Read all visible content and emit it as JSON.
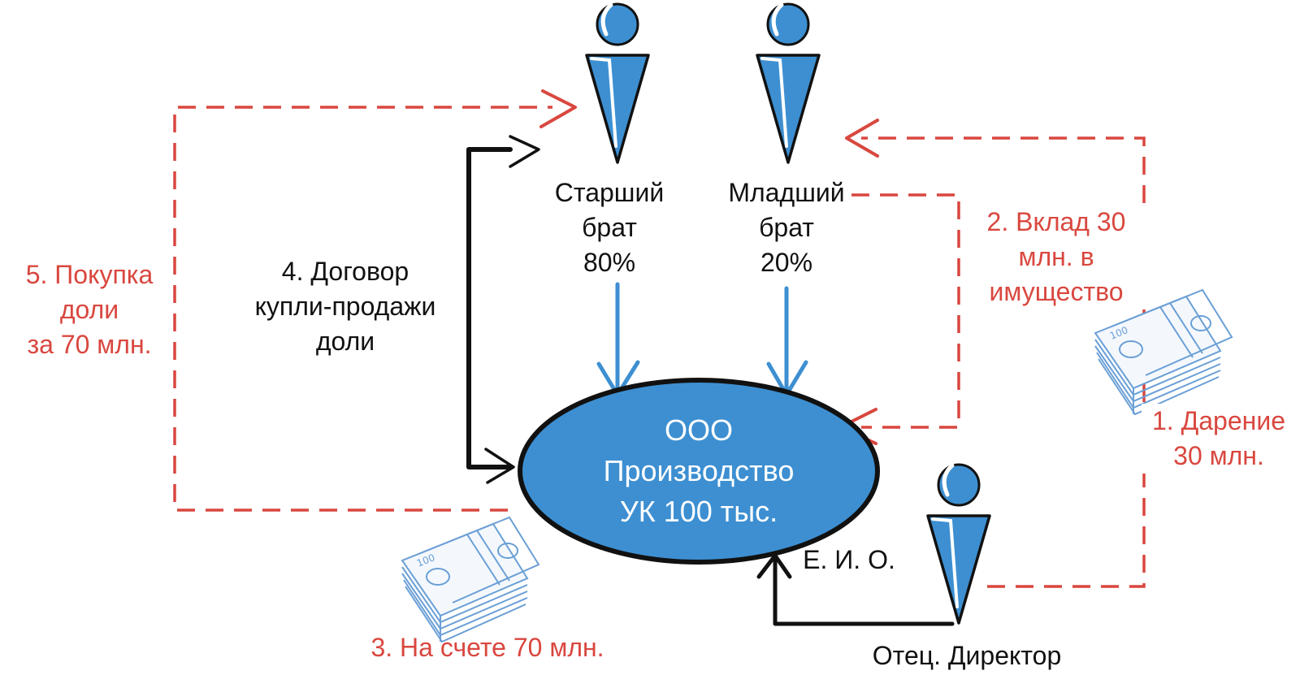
{
  "colors": {
    "red": "#d9473f",
    "blue": "#3d8fd1",
    "ink": "#111111"
  },
  "icons": [
    "person-icon",
    "money-stack-icon"
  ],
  "company": {
    "lines": [
      "ООО",
      "Производство",
      "УК 100 тыс."
    ]
  },
  "elder_brother": {
    "lines": [
      "Старший",
      "брат",
      "80%"
    ]
  },
  "younger_brother": {
    "lines": [
      "Младший",
      "брат",
      "20%"
    ]
  },
  "father": {
    "label": "Отец. Директор",
    "role": "Е. И. О."
  },
  "steps": {
    "gift": [
      "1. Дарение",
      "30 млн."
    ],
    "contribution": [
      "2. Вклад 30",
      "млн. в",
      "имущество"
    ],
    "account": "3. На счете 70 млн.",
    "contract": [
      "4. Договор",
      "купли-продажи",
      "доли"
    ],
    "purchase": [
      "5. Покупка",
      "доли",
      "за 70 млн."
    ]
  }
}
